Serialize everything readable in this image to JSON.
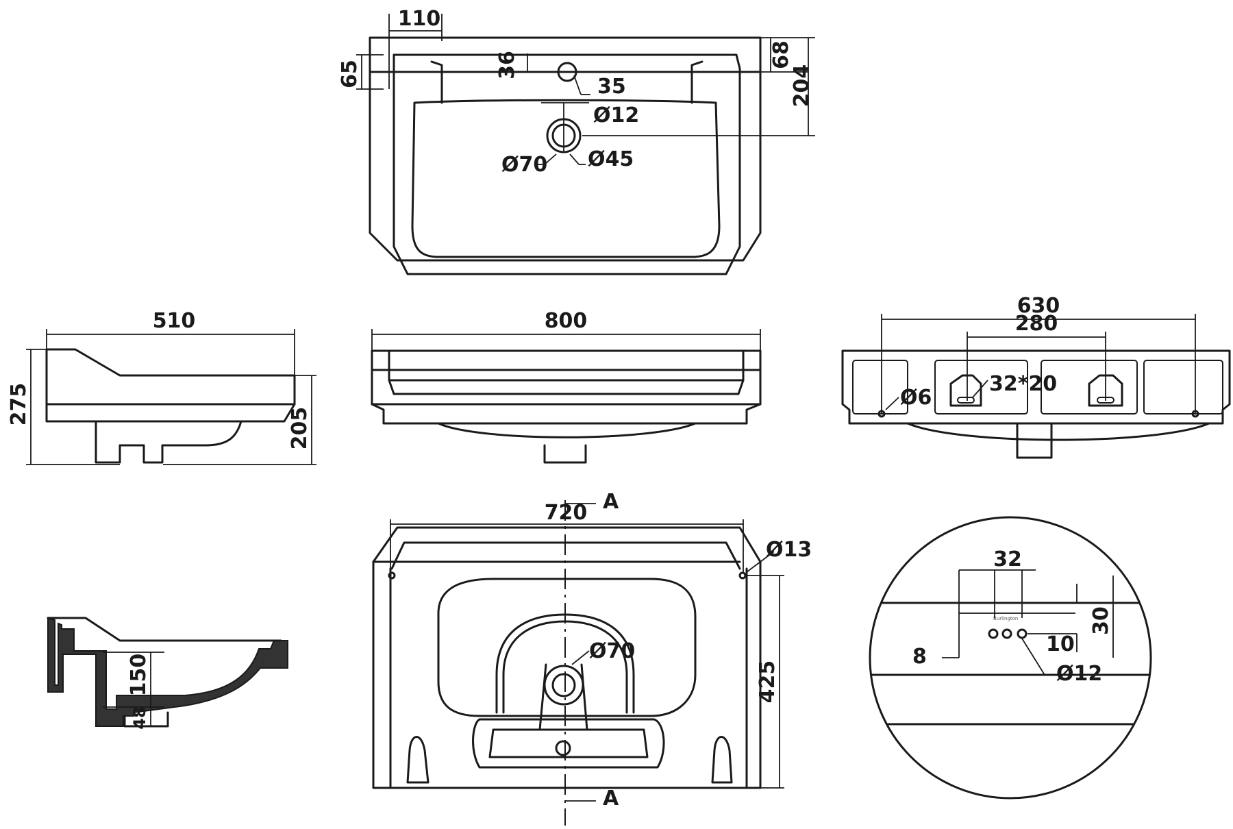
{
  "top_view": {
    "dims": {
      "d110": "110",
      "d65": "65",
      "d36": "36",
      "d35": "35",
      "d68": "68",
      "d204": "204",
      "d12": "Ø12",
      "d70": "Ø70",
      "d45": "Ø45"
    }
  },
  "side_view": {
    "dims": {
      "d510": "510",
      "d275": "275",
      "d205": "205"
    }
  },
  "front_view": {
    "dims": {
      "d800": "800"
    }
  },
  "rear_view": {
    "dims": {
      "d630": "630",
      "d280": "280",
      "d32x20": "32*20",
      "d6": "Ø6"
    }
  },
  "section_view": {
    "dims": {
      "d150": "150",
      "d48": "48"
    }
  },
  "plan_view": {
    "dims": {
      "d720": "720",
      "d13": "Ø13",
      "d70": "Ø70",
      "d425": "425"
    },
    "section_label_top": "A",
    "section_label_bottom": "A"
  },
  "detail_view": {
    "dims": {
      "d32": "32",
      "d30": "30",
      "d10": "10",
      "d8": "8",
      "d12": "Ø12"
    },
    "brand_text": "Burlington"
  }
}
